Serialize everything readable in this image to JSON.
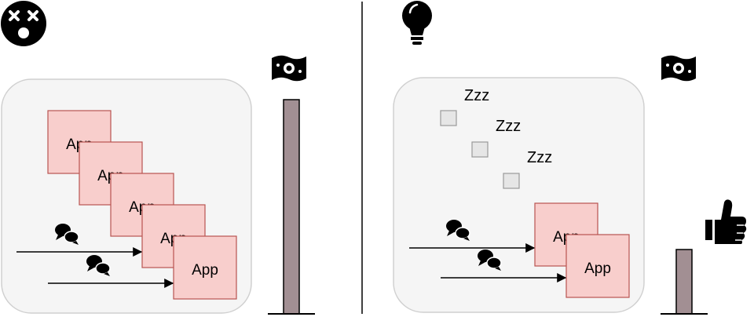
{
  "left_panel": {
    "status_icon": "dizzy-face-icon",
    "cost_icon": "money-icon",
    "app_label": "App",
    "message_icon": "speech-bubbles-icon",
    "app_count": 5,
    "cost_level": 1.0
  },
  "right_panel": {
    "status_icon": "lightbulb-icon",
    "cost_icon": "money-icon",
    "approval_icon": "thumbs-up-icon",
    "app_label": "App",
    "idle_label": "Zzz",
    "message_icon": "speech-bubbles-icon",
    "app_count": 2,
    "idle_count": 3,
    "cost_level": 0.3
  },
  "colors": {
    "app_fill": "#f8cecc",
    "app_stroke": "#b85450",
    "panel_fill": "#f5f5f5",
    "panel_stroke": "#d0d0d0",
    "bar_fill": "#a28f93",
    "idle_fill": "#e6e6e6"
  }
}
